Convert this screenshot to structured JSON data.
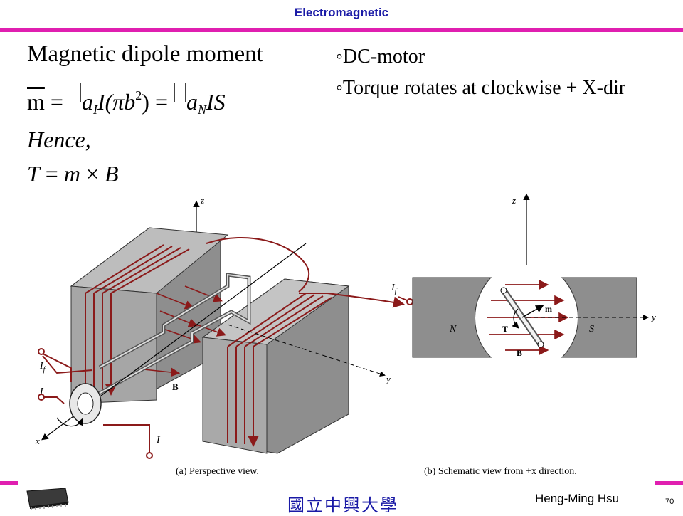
{
  "header": {
    "title": "Electromagnetic"
  },
  "equations": {
    "title": "Magnetic dipole moment",
    "m_symbol": "m",
    "eq_part1": " = ",
    "a1": "a",
    "sub1": "I",
    "i_term": "I(",
    "pi_b": "πb",
    "sup2": "2",
    "close": ") = ",
    "a2": "a",
    "sub2": "N",
    "is_term": "IS",
    "hence": "Hence,",
    "T": "T",
    "eq": " = ",
    "m2": "m",
    "times": " × ",
    "B": "B"
  },
  "bullets": [
    "◦DC-motor",
    "◦Torque rotates at clockwise + X-dir"
  ],
  "figure": {
    "left_labels": {
      "z": "z",
      "x": "x",
      "y": "y",
      "If_top": "I",
      "If_top_sub": "f",
      "If_left": "I",
      "If_left_sub": "f",
      "I1": "I",
      "I2": "I",
      "B": "B"
    },
    "right_labels": {
      "z": "z",
      "y": "y",
      "N": "N",
      "S": "S",
      "m": "m",
      "T": "T",
      "B": "B"
    },
    "caption_left": "(a) Perspective view.",
    "caption_right": "(b) Schematic view from +x direction."
  },
  "footer": {
    "author": "Heng-Ming Hsu",
    "page": "70",
    "school": "國立中興大學"
  },
  "colors": {
    "accent": "#e01fb0",
    "title": "#1a1aa6",
    "wire": "#8b1a1a",
    "steel": "#7a7a7a"
  }
}
